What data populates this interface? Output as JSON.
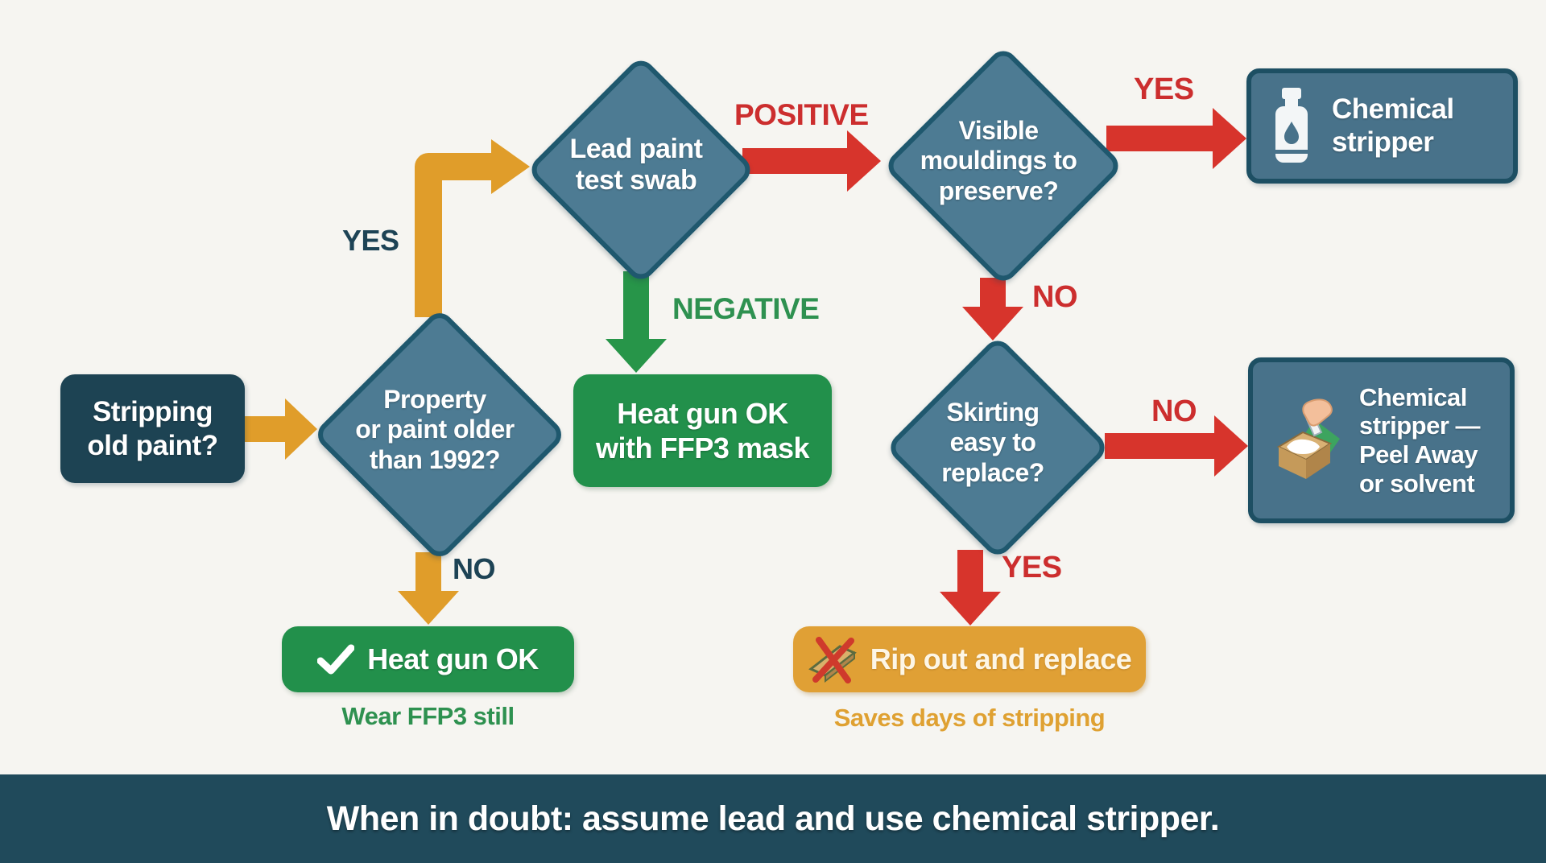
{
  "palette": {
    "background": "#f6f5f1",
    "diamond_fill": "#4d7b93",
    "diamond_border": "#1f586e",
    "slate_box_fill": "#48728a",
    "slate_box_border": "#1d4f63",
    "start_box_fill": "#1d4353",
    "green": "#22904b",
    "orange": "#e09d2a",
    "orange_box": "#e0a035",
    "red": "#d7342c",
    "red_label": "#cc2e2e",
    "navy_label": "#1d4355",
    "green_label": "#2e9150",
    "orange_caption": "#dfa132",
    "banner_fill": "#204a5b"
  },
  "flow": {
    "start": {
      "lines": [
        "Stripping",
        "old paint?"
      ]
    },
    "property": {
      "lines": [
        "Property",
        "or paint older",
        "than 1992?"
      ]
    },
    "lead": {
      "lines": [
        "Lead paint",
        "test swab"
      ]
    },
    "visible": {
      "lines": [
        "Visible",
        "mouldings to",
        "preserve?"
      ]
    },
    "skirting": {
      "lines": [
        "Skirting",
        "easy to",
        "replace?"
      ]
    },
    "chem_top": {
      "lines": [
        "Chemical",
        "stripper"
      ],
      "icon": "chemical-bottle-icon"
    },
    "peel": {
      "lines": [
        "Chemical",
        "stripper —",
        "Peel Away",
        "or solvent"
      ],
      "icon": "hand-scraper-icon"
    },
    "ffp3": {
      "lines": [
        "Heat gun OK",
        "with FFP3 mask"
      ]
    },
    "heatgun": {
      "text": "Heat gun OK",
      "caption": "Wear FFP3 still",
      "icon": "checkmark-icon"
    },
    "ripout": {
      "text": "Rip out and replace",
      "caption": "Saves days of stripping",
      "icon": "crossed-plank-icon"
    }
  },
  "labels": {
    "yes_property_up": "YES",
    "no_property_down": "NO",
    "positive": "POSITIVE",
    "negative": "NEGATIVE",
    "yes_mouldings": "YES",
    "no_mouldings": "NO",
    "no_skirting": "NO",
    "yes_skirting": "YES"
  },
  "banner": {
    "text": "When in doubt: assume lead and use chemical stripper."
  }
}
